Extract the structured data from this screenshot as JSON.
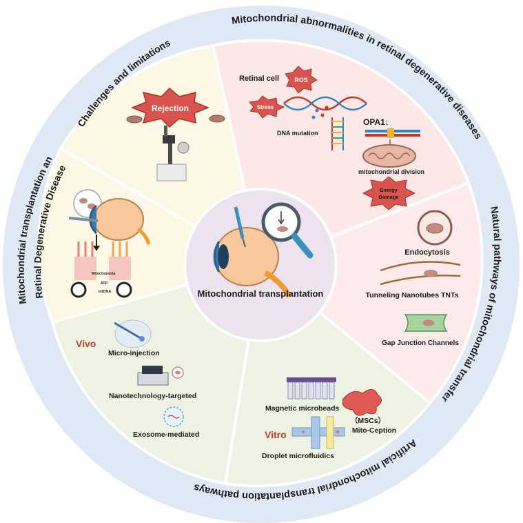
{
  "center": {
    "title": "Mitochondrial transplantation"
  },
  "ring_titles": {
    "top": "Mitochondrial abnormalities in retinal degenerative diseases",
    "right": "Natural pathways of mitochondrial transfer",
    "bottom": "Artificial mitochondrial transplantation pathways",
    "left_line1": "Mitochondrial transplantation and",
    "left_line2": "Retinal Degenerative Diseases",
    "top_left": "Challenges and limitations"
  },
  "abnormalities": {
    "retinal_cell": "Retinal cell",
    "ros": "ROS",
    "stress": "Stress",
    "dna_mutation": "DNA mutation",
    "opa1": "OPA1↓",
    "mito_division": "mitochondrial division",
    "energy_line1": "Energy",
    "energy_line2": "Damage"
  },
  "natural": {
    "endocytosis": "Endocytosis",
    "tnt": "Tunneling Nanotubes TNTs",
    "gap": "Gap Junction Channels"
  },
  "vitro": {
    "label": "Vitro",
    "magnetic": "Magnetic microbeads",
    "mscs": "（MSCs）",
    "mitoception": "Mito-Ception",
    "droplet": "Droplet microfluidics"
  },
  "vivo": {
    "label": "Vivo",
    "micro_injection": "Micro-injection",
    "nano": "Nanotechnology-targeted",
    "exosome": "Exosome-mediated"
  },
  "eye_panel": {
    "mitochondria": "Mitochondria",
    "atp": "ATP",
    "mtdna": "mtDNA"
  },
  "challenges": {
    "rejection": "Rejection"
  },
  "colors": {
    "outer_ring": "#dfe8f5",
    "center_circle": "#ede3ee",
    "pink_sector": "#fde8e8",
    "green_sector": "#eef2e2",
    "cream_sector": "#fdf8e6",
    "accent_red": "#c0392b"
  }
}
